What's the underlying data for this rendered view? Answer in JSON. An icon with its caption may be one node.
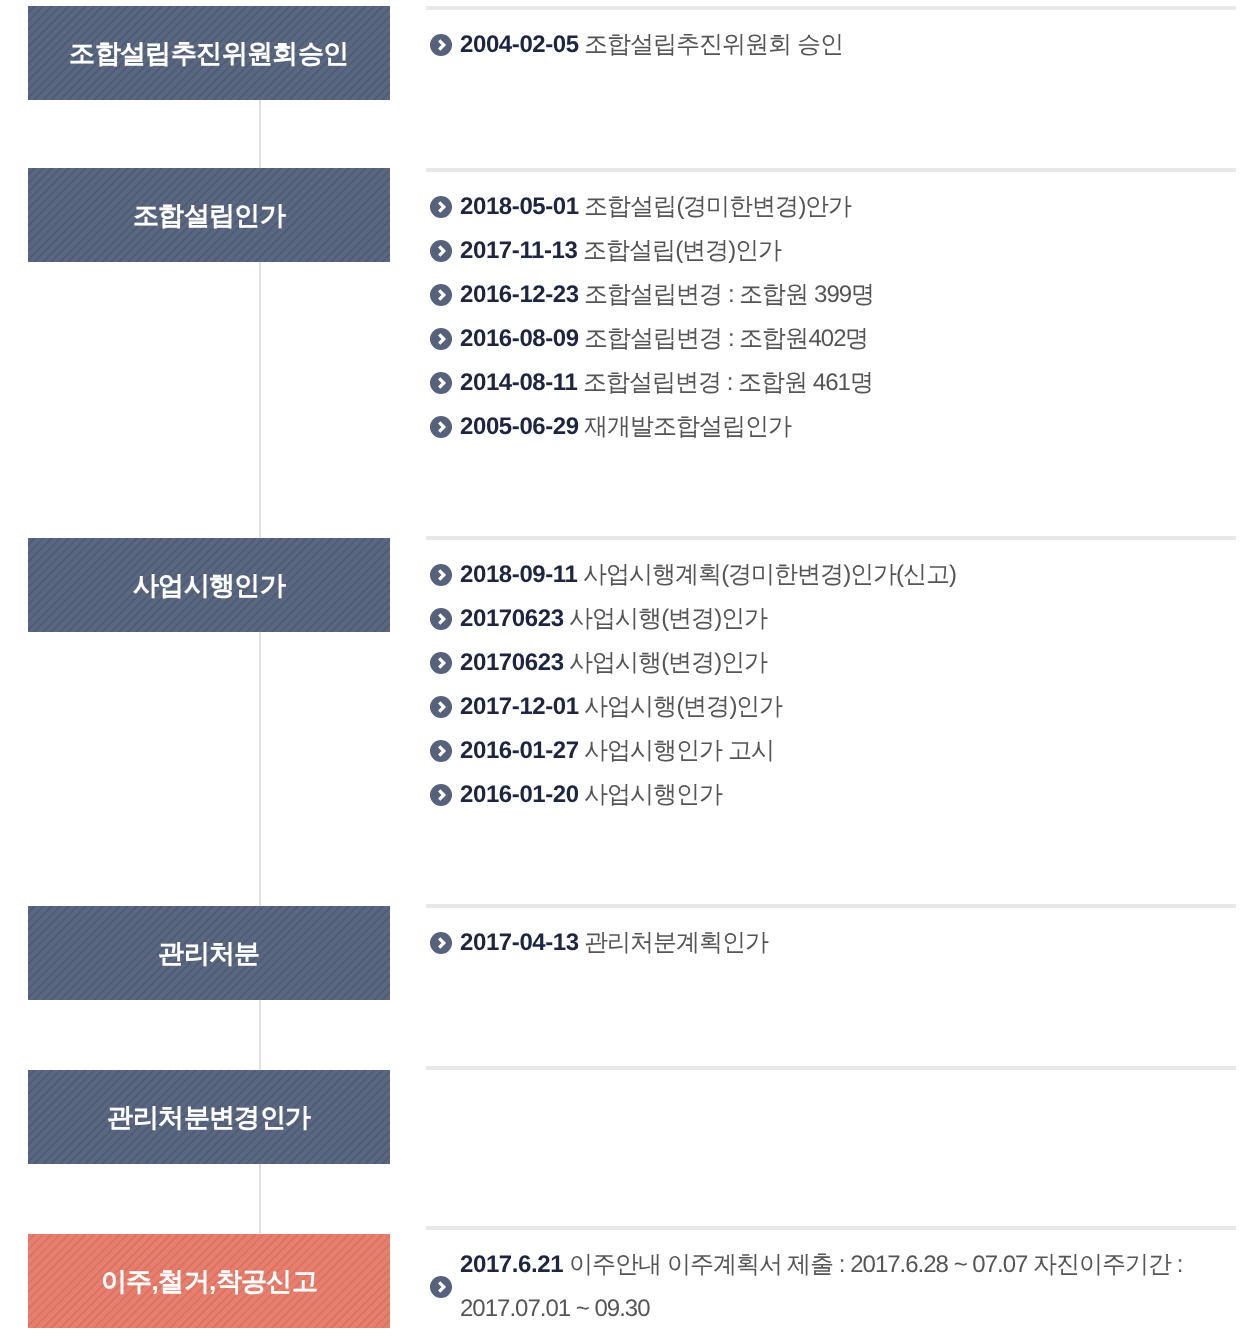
{
  "diagram": {
    "nodes": [
      {
        "text": [
          "조합설립추진위원회승인"
        ],
        "beside": [
          "**2004-02-05** 조합설립추진위원회 승인"
        ]
      },
      {
        "text": [
          "조합설립인가"
        ],
        "beside": [
          "**2018-05-01** 조합설립(경미한변경)안가",
          "**2017-11-13** 조합설립(변경)인가",
          "**2016-12-23** 조합설립변경 : 조합원 399명",
          "**2016-08-09** 조합설립변경 : 조합원402명",
          "**2014-08-11** 조합설립변경 : 조합원 461명",
          "**2005-06-29** 재개발조합설립인가"
        ]
      },
      {
        "text": [
          "사업시행인가"
        ],
        "beside": [
          "**2018-09-11** 사업시행계획(경미한변경)인가(신고)",
          "**20170623** 사업시행(변경)인가",
          "**20170623** 사업시행(변경)인가",
          "**2017-12-01** 사업시행(변경)인가",
          "**2016-01-27** 사업시행인가 고시",
          "**2016-01-20** 사업시행인가"
        ]
      },
      {
        "text": [
          "관리처분"
        ],
        "beside": [
          "**2017-04-13** 관리처분계획인가"
        ]
      },
      {
        "text": [
          "관리처분변경인가"
        ]
      },
      {
        "text": [
          "이주,철거,착공신고"
        ],
        "beside": [
          "**2017.6.21** 이주안내 이주계획서 제출 : 2017.6.28 ~ 07.07 자진이주기간 : 2017.07.01 ~ 09.30"
        ]
      }
    ],
    "edges": [
      {
        "from": 0,
        "to": 1,
        "arrow": "none"
      },
      {
        "from": 1,
        "to": 2,
        "arrow": "none"
      },
      {
        "from": 2,
        "to": 3,
        "arrow": "none"
      },
      {
        "from": 3,
        "to": 4,
        "arrow": "none"
      },
      {
        "from": 4,
        "to": 5,
        "arrow": "none"
      }
    ]
  }
}
